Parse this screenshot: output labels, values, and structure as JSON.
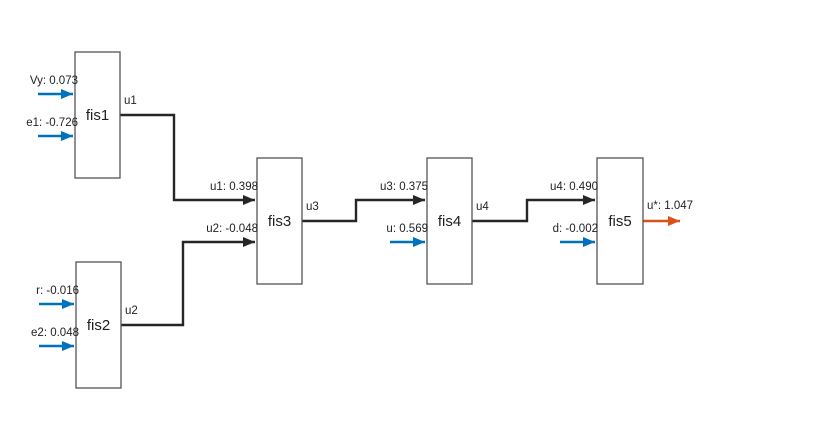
{
  "diagram": {
    "type": "fis-tree-flow-diagram",
    "background": "#FFFFFF",
    "blocks": [
      {
        "id": "fis1",
        "label": "fis1",
        "inputs": [
          {
            "label": "Vy: 0.073",
            "type": "external-input"
          },
          {
            "label": "e1: -0.726",
            "type": "external-input"
          }
        ],
        "output_port": "u1"
      },
      {
        "id": "fis2",
        "label": "fis2",
        "inputs": [
          {
            "label": "r: -0.016",
            "type": "external-input"
          },
          {
            "label": "e2: 0.048",
            "type": "external-input"
          }
        ],
        "output_port": "u2"
      },
      {
        "id": "fis3",
        "label": "fis3",
        "inputs": [
          {
            "label": "u1: 0.398",
            "type": "connection"
          },
          {
            "label": "u2: -0.048",
            "type": "connection"
          }
        ],
        "output_port": "u3"
      },
      {
        "id": "fis4",
        "label": "fis4",
        "inputs": [
          {
            "label": "u3: 0.375",
            "type": "connection"
          },
          {
            "label": "u: 0.569",
            "type": "external-input"
          }
        ],
        "output_port": "u4"
      },
      {
        "id": "fis5",
        "label": "fis5",
        "inputs": [
          {
            "label": "u4: 0.490",
            "type": "connection"
          },
          {
            "label": "d: -0.002",
            "type": "external-input"
          }
        ],
        "output_port": "u*: 1.047"
      }
    ],
    "connections": [
      {
        "from": "fis1",
        "signal": "u1",
        "to": "fis3",
        "value_label": "u1: 0.398"
      },
      {
        "from": "fis2",
        "signal": "u2",
        "to": "fis3",
        "value_label": "u2: -0.048"
      },
      {
        "from": "fis3",
        "signal": "u3",
        "to": "fis4",
        "value_label": "u3: 0.375"
      },
      {
        "from": "fis4",
        "signal": "u4",
        "to": "fis5",
        "value_label": "u4: 0.490"
      },
      {
        "from": "fis5",
        "signal": "u*",
        "to": "output",
        "value_label": "u*: 1.047"
      }
    ],
    "colors": {
      "external_input_arrow": "#0072BD",
      "final_output_arrow": "#D95319",
      "connection_line": "#262626",
      "block_border": "#545454",
      "block_fill": "#FFFFFF",
      "text": "#1F1F1F"
    }
  }
}
